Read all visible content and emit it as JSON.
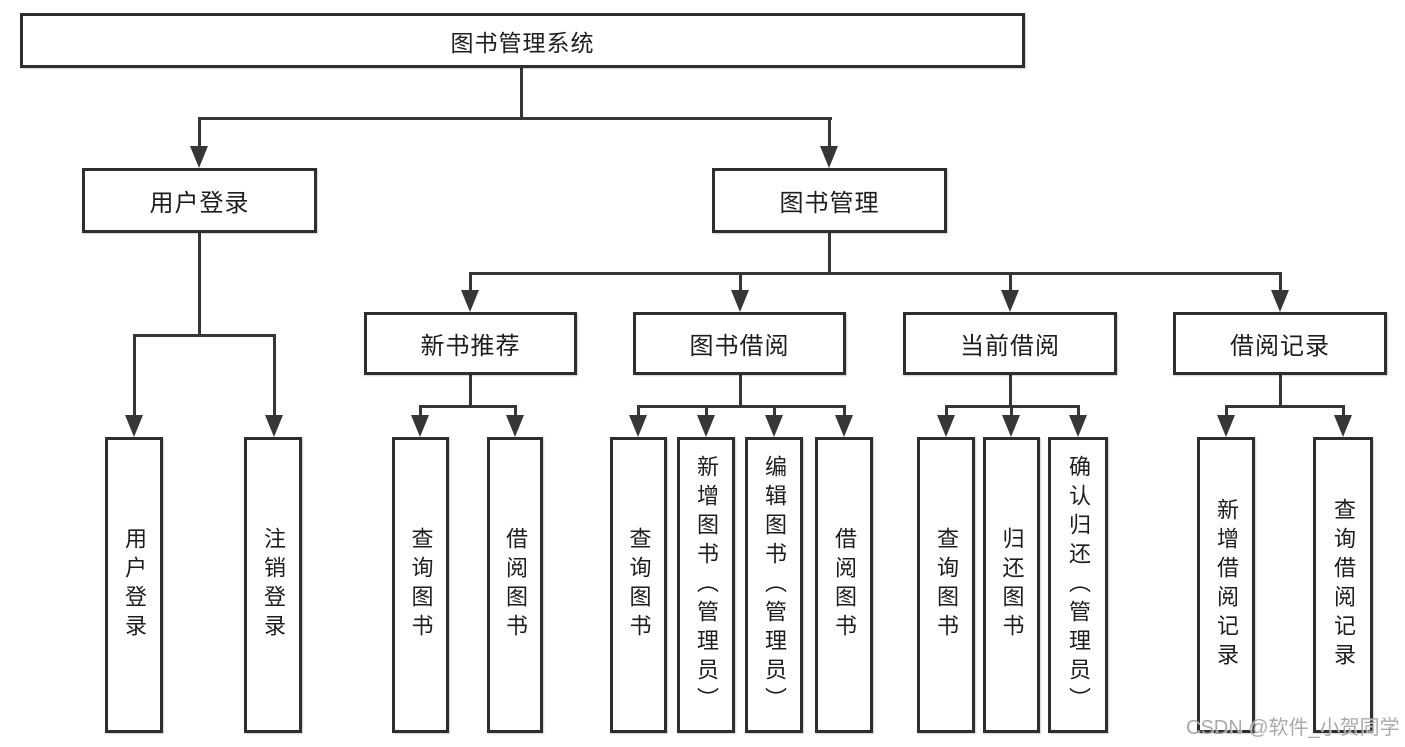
{
  "diagram": {
    "title": "图书管理系统",
    "branches": {
      "user_login": {
        "label": "用户登录",
        "children": [
          "用户登录",
          "注销登录"
        ]
      },
      "book_mgmt": {
        "label": "图书管理",
        "sections": [
          {
            "label": "新书推荐",
            "children": [
              "查询图书",
              "借阅图书"
            ]
          },
          {
            "label": "图书借阅",
            "children": [
              "查询图书",
              "新增图书（管理员）",
              "编辑图书（管理员）",
              "借阅图书"
            ]
          },
          {
            "label": "当前借阅",
            "children": [
              "查询图书",
              "归还图书",
              "确认归还（管理员）"
            ]
          },
          {
            "label": "借阅记录",
            "children": [
              "新增借阅记录",
              "查询借阅记录"
            ]
          }
        ]
      }
    }
  },
  "colors": {
    "line": "#363636",
    "box_border": "#2e2e2e",
    "text": "#1d1d1d",
    "watermark": "#9e9e9e",
    "background": "#ffffff"
  },
  "watermark": "CSDN @软件_小贺同学"
}
